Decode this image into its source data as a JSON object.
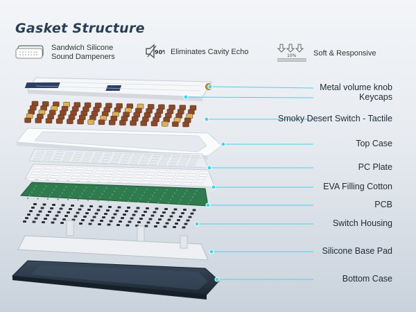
{
  "title": "Gasket Structure",
  "features": [
    {
      "line1": "Sandwich Silicone",
      "line2": "Sound Dampeners",
      "icon": "keyboard-icon"
    },
    {
      "line1": "Eliminates Cavity Echo",
      "line2": "",
      "icon": "speaker-icon",
      "badge": "90%"
    },
    {
      "line1": "Soft & Responsive",
      "line2": "",
      "icon": "press-arrows-icon",
      "badge": "10%"
    }
  ],
  "layers": [
    {
      "label": "Metal volume knob"
    },
    {
      "label": "Keycaps"
    },
    {
      "label": "Smoky Desert Switch - Tactile"
    },
    {
      "label": "Top Case"
    },
    {
      "label": "PC Plate"
    },
    {
      "label": "EVA Filling Cotton"
    },
    {
      "label": "PCB"
    },
    {
      "label": "Switch Housing"
    },
    {
      "label": "Silicone Base Pad"
    },
    {
      "label": "Bottom Case"
    }
  ],
  "colors": {
    "accent": "#3fd6e6",
    "title": "#2a3d57",
    "pcb": "#2f7a4e",
    "switch": "#8a4a2a",
    "bottom_case": "#2d3a4a"
  }
}
